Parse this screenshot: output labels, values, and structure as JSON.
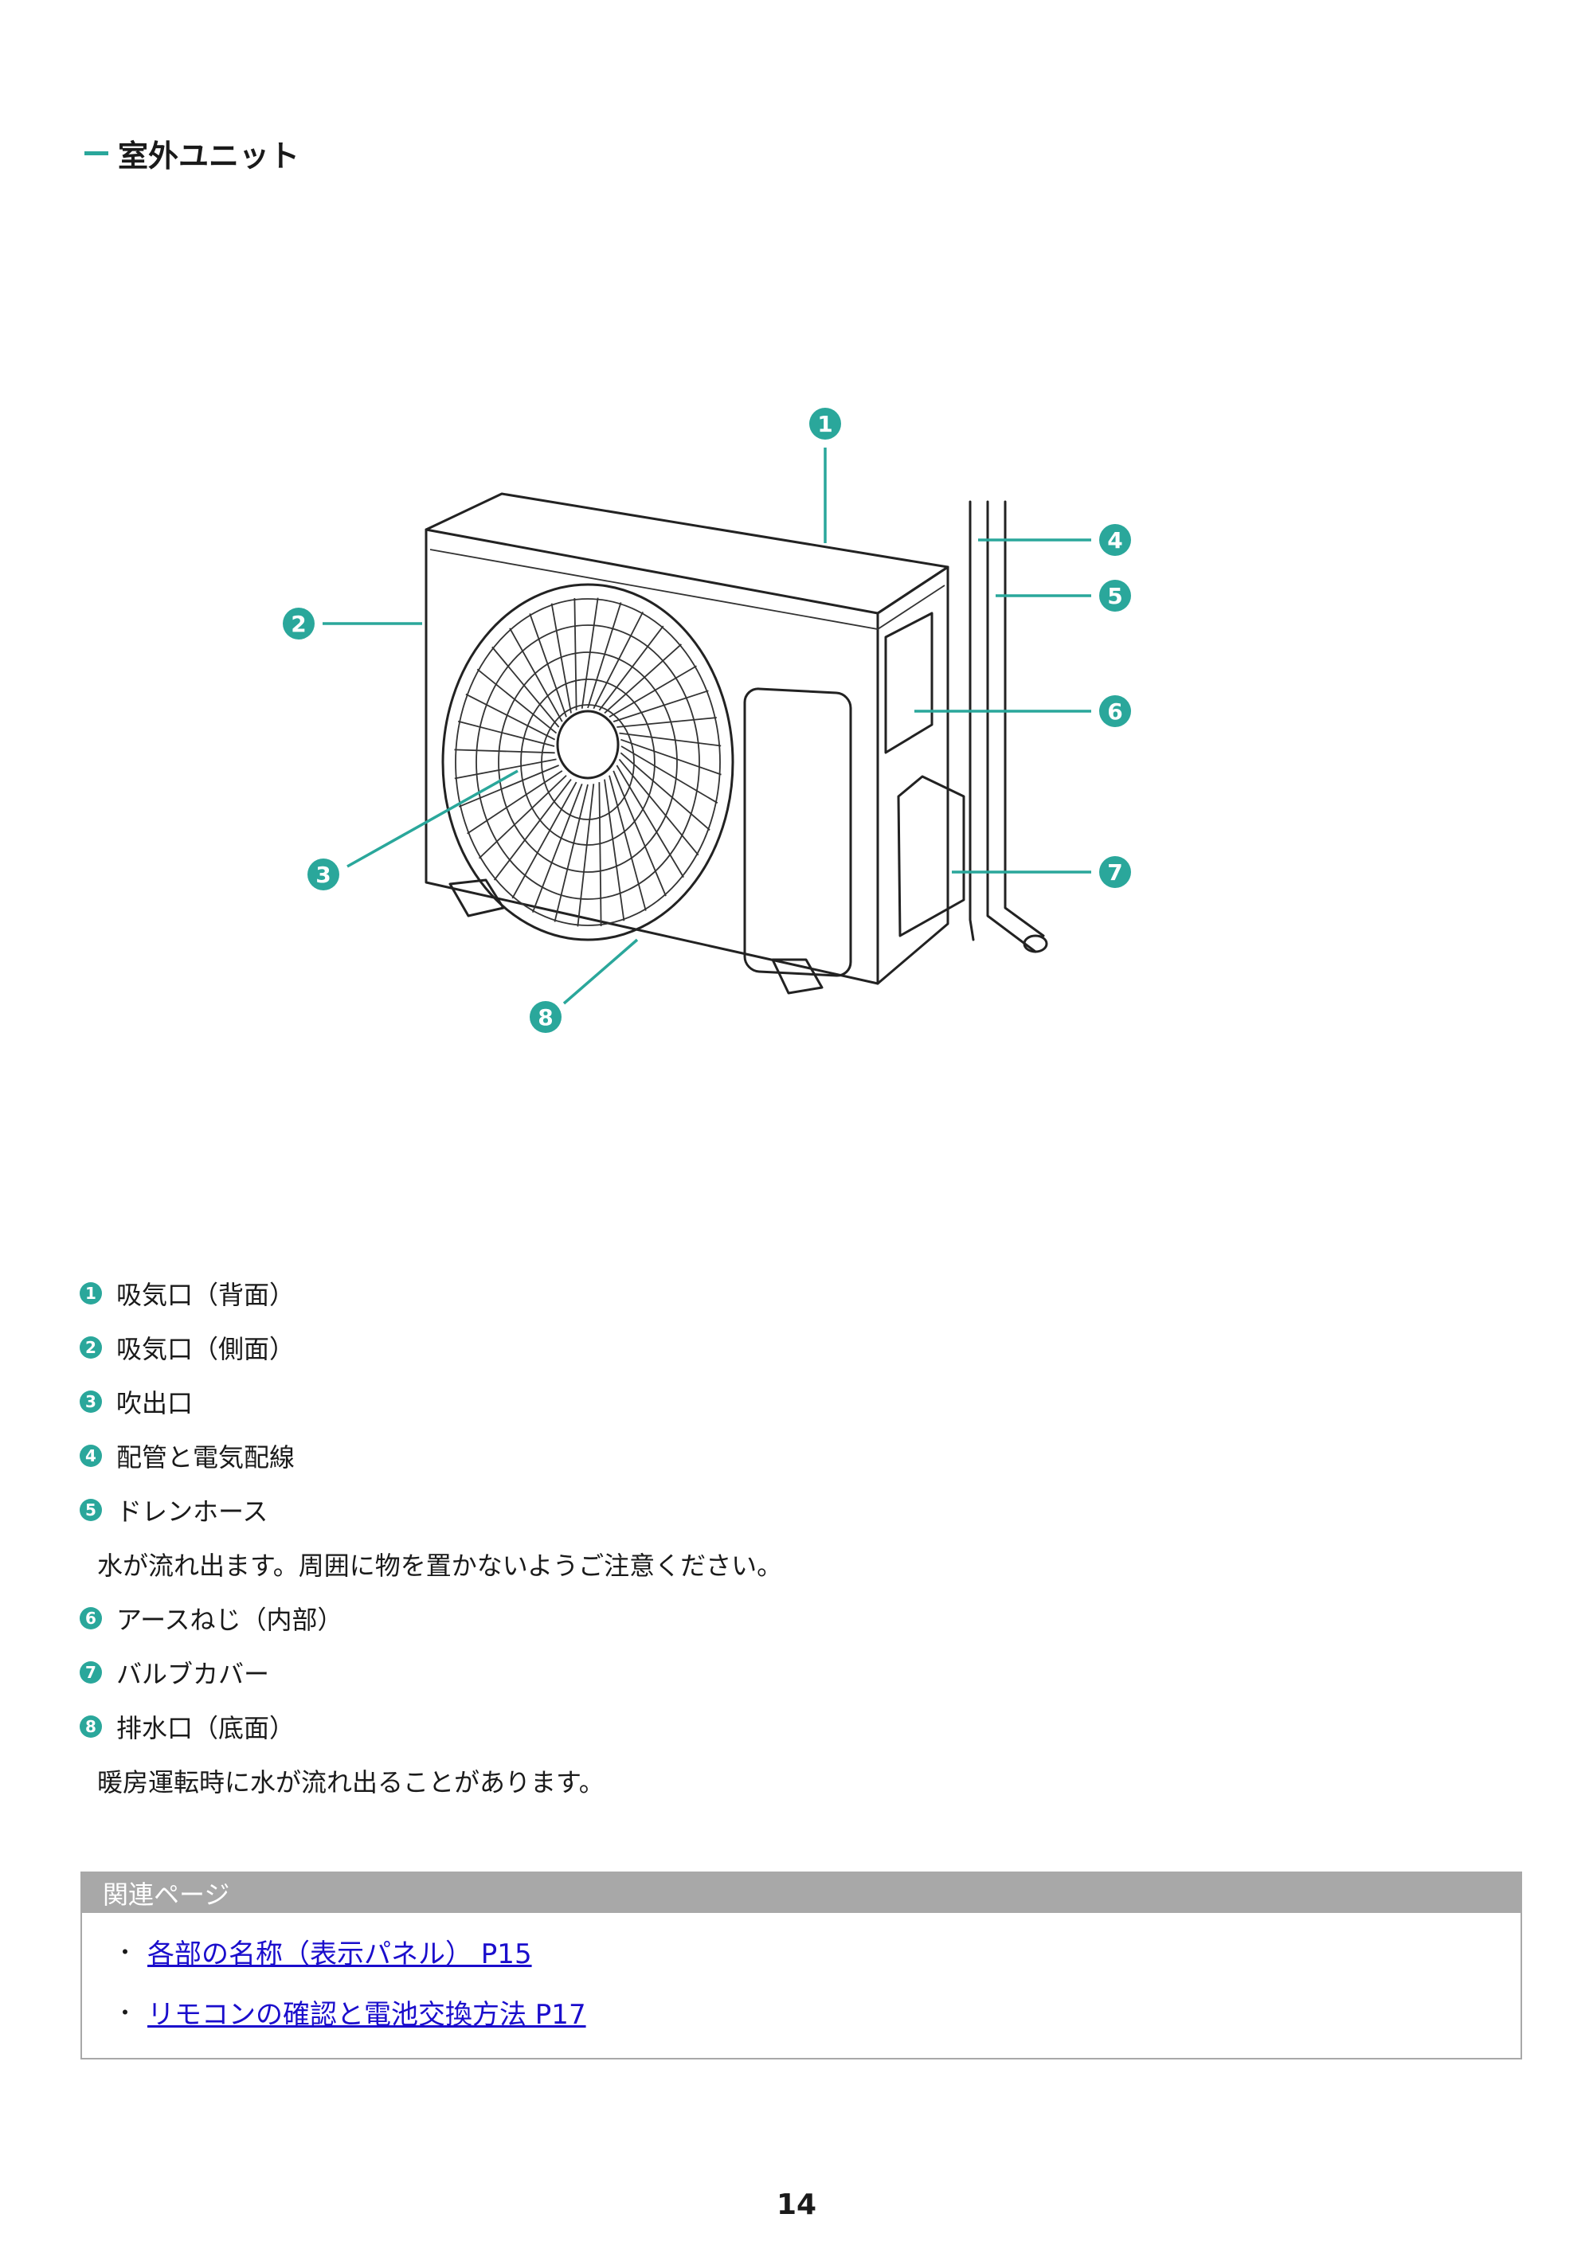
{
  "section": {
    "title": "室外ユニット"
  },
  "diagram": {
    "callouts": [
      "1",
      "2",
      "3",
      "4",
      "5",
      "6",
      "7",
      "8"
    ],
    "accent_color": "#2aa79b"
  },
  "parts": [
    {
      "num": "1",
      "label": "吸気口（背面）",
      "note": ""
    },
    {
      "num": "2",
      "label": "吸気口（側面）",
      "note": ""
    },
    {
      "num": "3",
      "label": "吹出口",
      "note": ""
    },
    {
      "num": "4",
      "label": "配管と電気配線",
      "note": ""
    },
    {
      "num": "5",
      "label": "ドレンホース",
      "note": "水が流れ出ます。周囲に物を置かないようご注意ください。"
    },
    {
      "num": "6",
      "label": "アースねじ（内部）",
      "note": ""
    },
    {
      "num": "7",
      "label": "バルブカバー",
      "note": ""
    },
    {
      "num": "8",
      "label": "排水口（底面）",
      "note": "暖房運転時に水が流れ出ることがあります。"
    }
  ],
  "related": {
    "header": "関連ページ",
    "links": [
      {
        "text": "各部の名称（表示パネル） P15"
      },
      {
        "text": "リモコンの確認と電池交換方法 P17"
      }
    ]
  },
  "page_number": "14"
}
